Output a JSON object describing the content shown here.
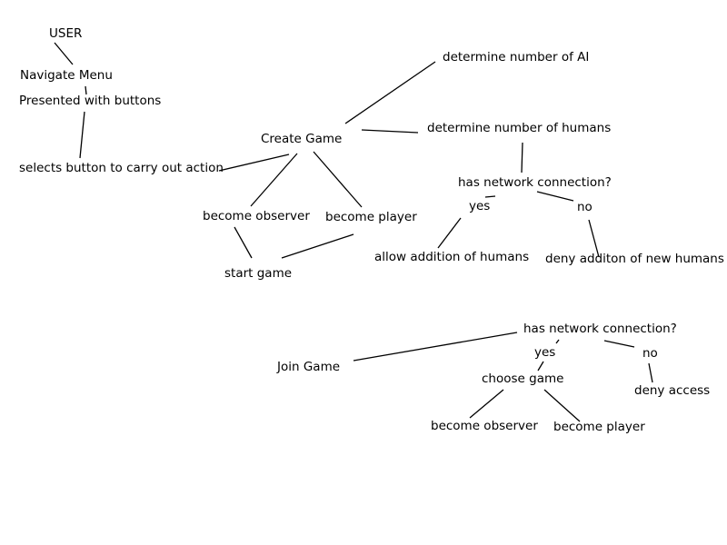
{
  "nodes": {
    "user": "USER",
    "navigate_menu": "Navigate Menu",
    "presented_buttons": "Presented with buttons",
    "selects_button": "selects button to carry out action",
    "create_game": "Create Game",
    "determine_ai": "determine number of AI",
    "determine_humans": "determine number of humans",
    "has_network_1": "has network connection?",
    "yes_1": "yes",
    "no_1": "no",
    "allow_humans": "allow addition of humans",
    "deny_humans": "deny additon of new humans",
    "become_observer_1": "become observer",
    "become_player_1": "become player",
    "start_game": "start game",
    "join_game": "Join Game",
    "has_network_2": "has network connection?",
    "yes_2": "yes",
    "no_2": "no",
    "choose_game": "choose game",
    "deny_access": "deny access",
    "become_observer_2": "become observer",
    "become_player_2": "become player"
  }
}
